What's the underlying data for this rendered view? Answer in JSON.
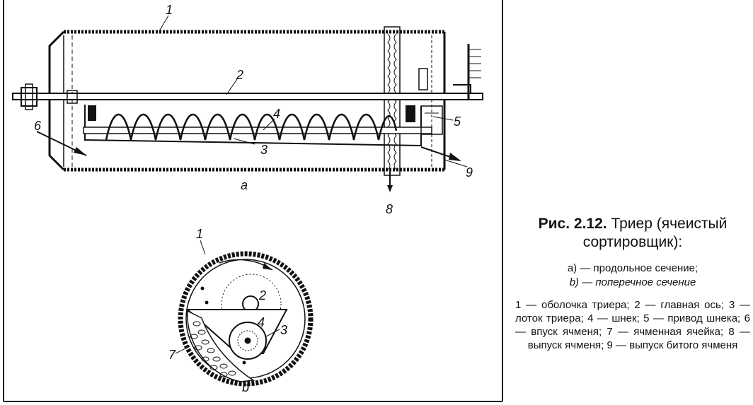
{
  "figure": {
    "view_labels": {
      "a": "a",
      "b": "b"
    },
    "callouts_long": [
      "1",
      "2",
      "4",
      "3",
      "5",
      "6",
      "9",
      "8"
    ],
    "callouts_cross": [
      "1",
      "2",
      "4",
      "3",
      "7"
    ]
  },
  "caption": {
    "fig_number": "Рис. 2.12.",
    "title": "Триер (ячеистый сортировщик):",
    "view_a": "a) — продольное сечение;",
    "view_b": "b) — поперечное сечение",
    "legend": "1 — оболочка триера; 2 — главная ось; 3 — лоток триера; 4 — шнек; 5 — привод шнека; 6 — впуск ячменя; 7 — ячменная ячейка; 8 — выпуск ячменя; 9 — выпуск битого ячменя"
  }
}
